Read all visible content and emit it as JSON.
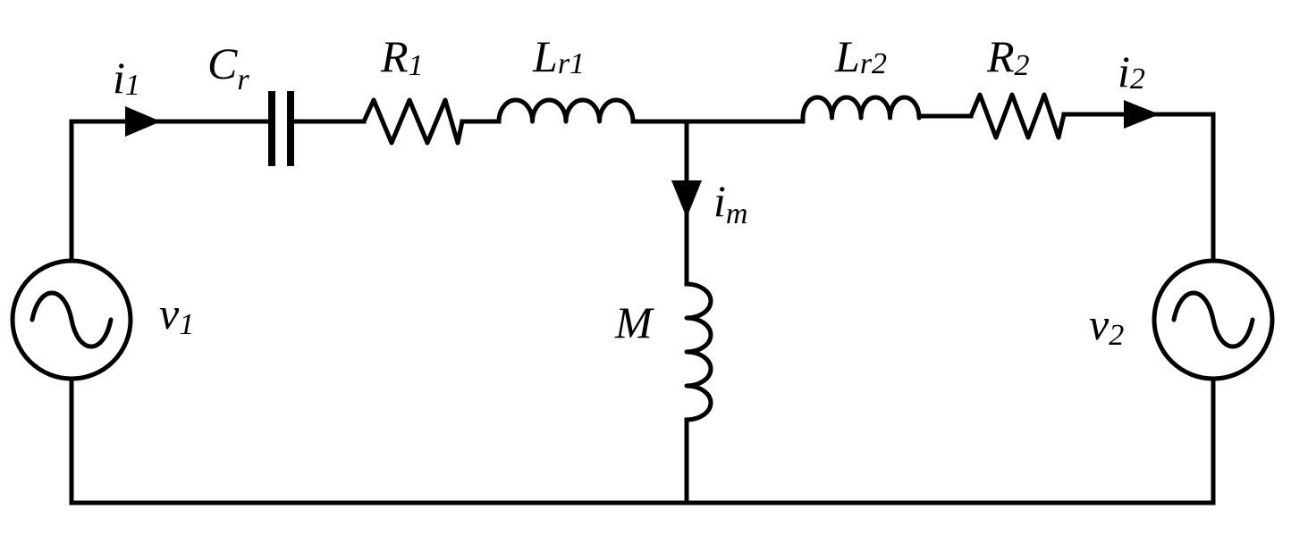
{
  "components": {
    "source_left": {
      "symbol": "v",
      "subscript": "1"
    },
    "source_right": {
      "symbol": "v",
      "subscript": "2"
    },
    "capacitor": {
      "symbol": "C",
      "subscript": "r"
    },
    "resistor_1": {
      "symbol": "R",
      "subscript": "1"
    },
    "inductor_1": {
      "symbol": "L",
      "subscript_letter": "r",
      "subscript_digit": "1"
    },
    "inductor_2": {
      "symbol": "L",
      "subscript_letter": "r",
      "subscript_digit": "2"
    },
    "resistor_2": {
      "symbol": "R",
      "subscript": "2"
    },
    "magnetizing_inductor": {
      "symbol": "M"
    }
  },
  "currents": {
    "i1": {
      "symbol": "i",
      "subscript": "1"
    },
    "i2": {
      "symbol": "i",
      "subscript": "2"
    },
    "im": {
      "symbol": "i",
      "subscript": "m"
    }
  }
}
